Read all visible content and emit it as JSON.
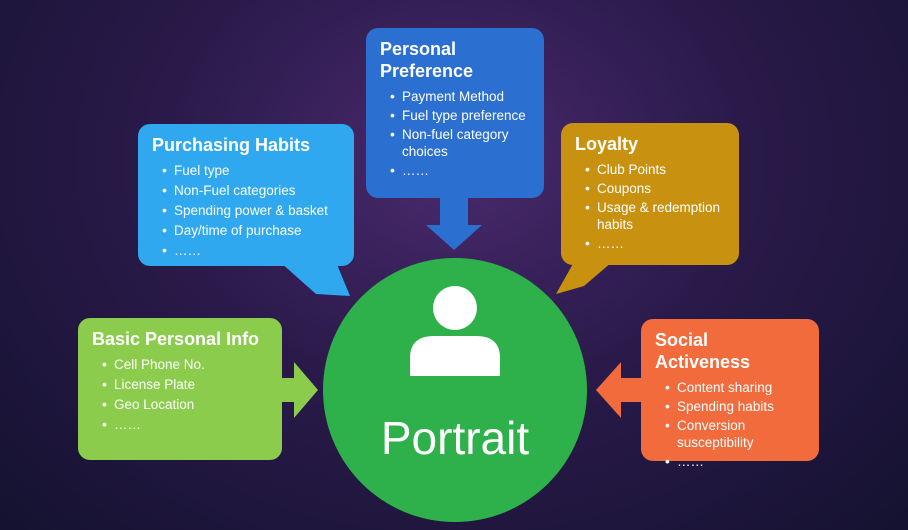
{
  "center": {
    "label": "Portrait",
    "icon": "person-icon"
  },
  "boxes": {
    "personal_preference": {
      "title_line1": "Personal",
      "title_line2": "Preference",
      "items": [
        "Payment Method",
        "Fuel type preference",
        "Non-fuel category choices",
        "……"
      ],
      "color": "#2b6fd0"
    },
    "purchasing_habits": {
      "title": "Purchasing Habits",
      "items": [
        "Fuel type",
        "Non-Fuel categories",
        "Spending power & basket",
        "Day/time of purchase",
        "……"
      ],
      "color": "#2fa8f0"
    },
    "loyalty": {
      "title": "Loyalty",
      "items": [
        "Club Points",
        "Coupons",
        "Usage & redemption habits",
        "……"
      ],
      "color": "#c89210"
    },
    "basic_personal_info": {
      "title": "Basic Personal Info",
      "items": [
        "Cell Phone No.",
        "License Plate",
        "Geo Location",
        "……"
      ],
      "color": "#8ccc4c"
    },
    "social_activeness": {
      "title": "Social Activeness",
      "items": [
        "Content sharing",
        "Spending habits",
        "Conversion susceptibility",
        "……"
      ],
      "color": "#f26b3c"
    }
  },
  "colors": {
    "center": "#2eb14a",
    "background": "#2a1a4a"
  }
}
